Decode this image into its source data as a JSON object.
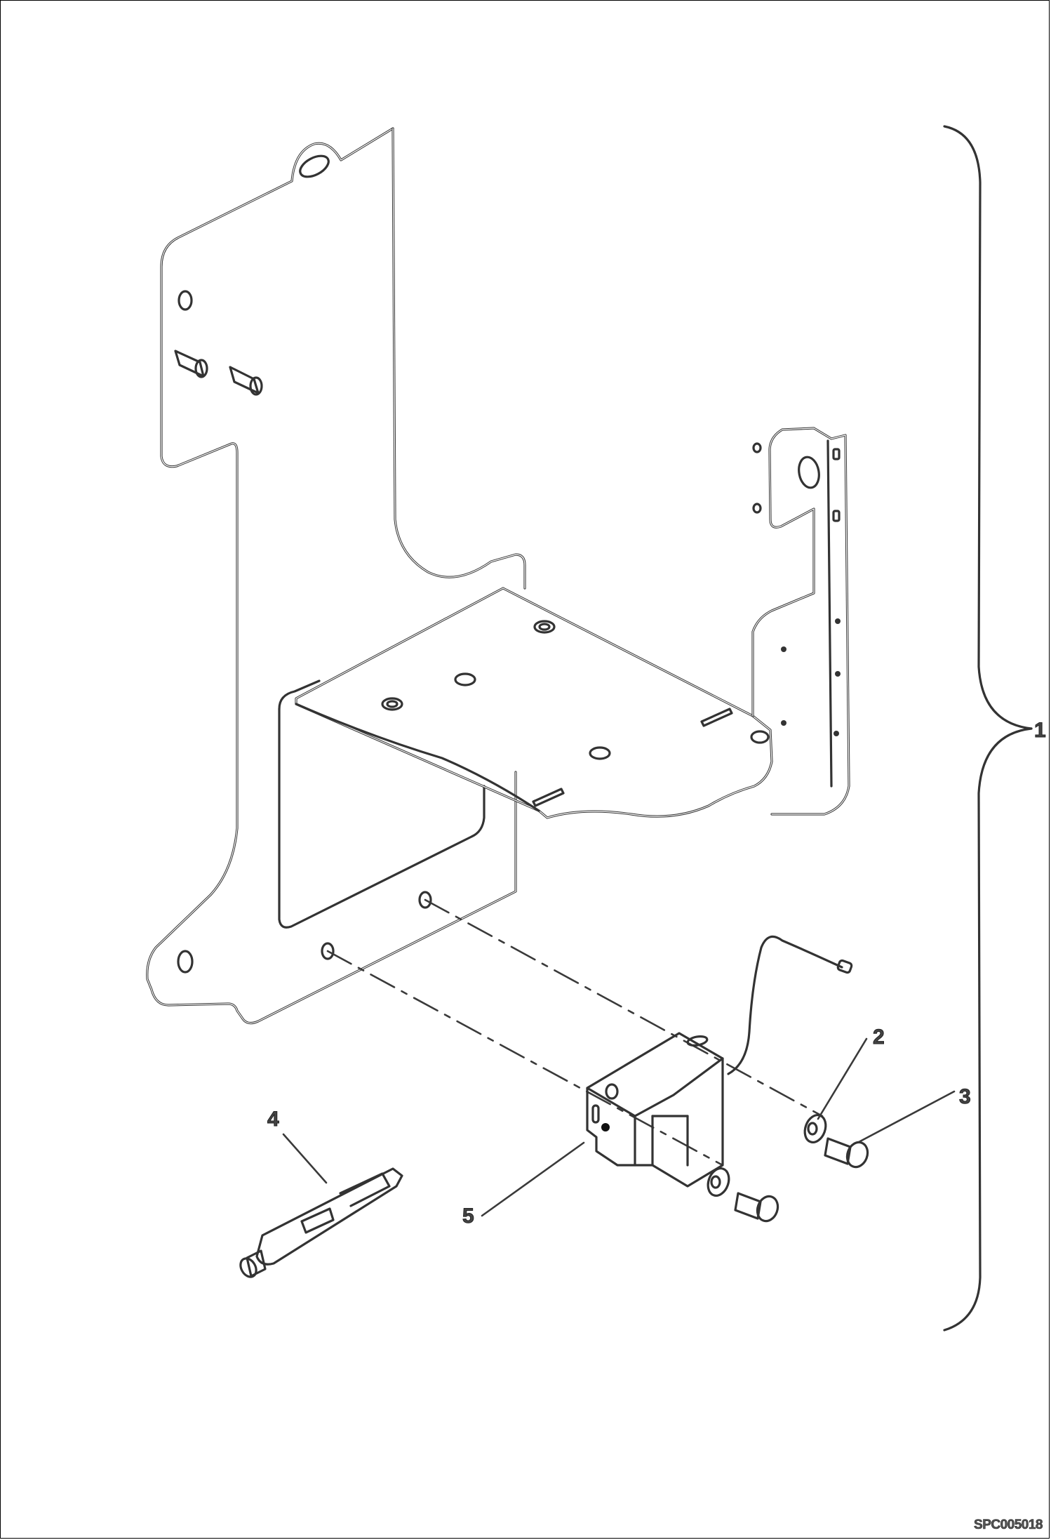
{
  "diagram": {
    "type": "exploded-parts-view",
    "reference_code": "SPC005018",
    "assembly_bracket_label": "1",
    "callouts": [
      {
        "id": "1",
        "label": "1",
        "part": "bracket-assembly (whole group)"
      },
      {
        "id": "2",
        "label": "2",
        "part": "washer"
      },
      {
        "id": "3",
        "label": "3",
        "part": "bolt"
      },
      {
        "id": "4",
        "label": "4",
        "part": "thread-locker tube"
      },
      {
        "id": "5",
        "label": "5",
        "part": "sensor/relay unit with cable"
      }
    ],
    "colors": {
      "line": "#333333",
      "background": "#ffffff",
      "text": "#444444"
    }
  }
}
